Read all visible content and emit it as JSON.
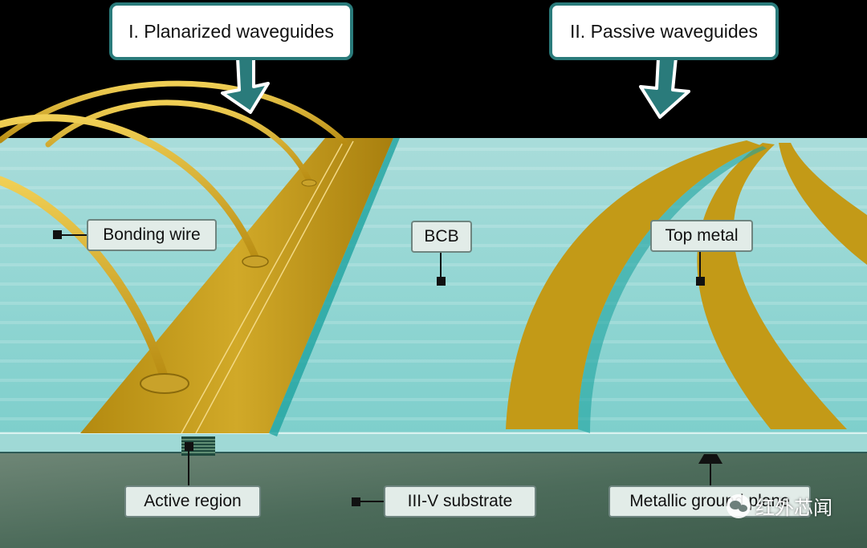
{
  "callouts": {
    "planarized": "I. Planarized waveguides",
    "passive": "II. Passive waveguides"
  },
  "labels": {
    "bonding_wire": "Bonding wire",
    "bcb": "BCB",
    "top_metal": "Top metal",
    "active_region": "Active region",
    "substrate": "III-V substrate",
    "ground_plane": "Metallic ground plane"
  },
  "watermark": "红外芯闻",
  "colors": {
    "teal_accent": "#2a7b7b",
    "gold_metal": "#c49a16",
    "bcb_cyan": "#8fd8d6",
    "substrate_green": "#4f6b5c"
  }
}
